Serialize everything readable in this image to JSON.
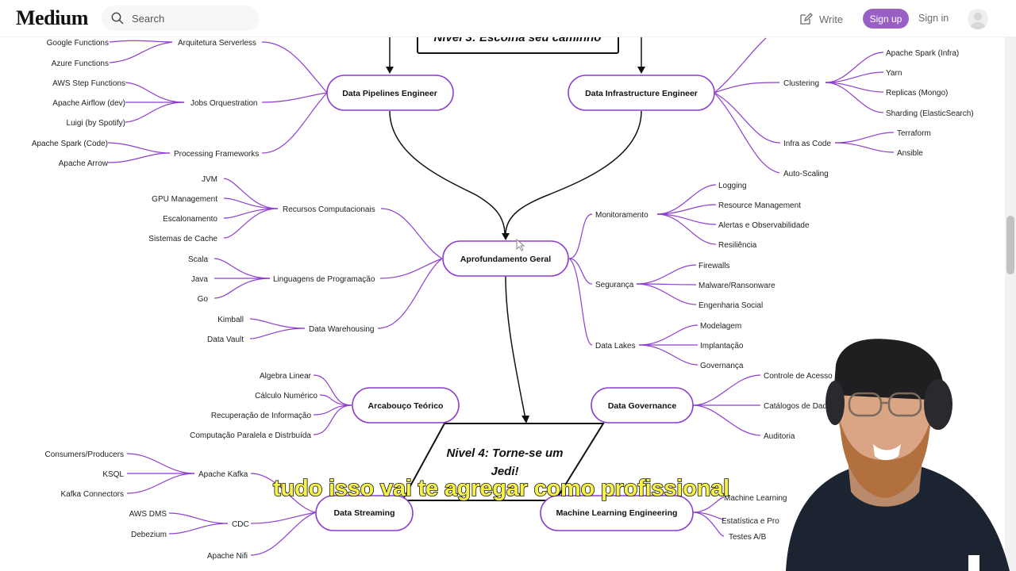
{
  "header": {
    "logo": "Medium",
    "search_placeholder": "Search",
    "write_label": "Write",
    "signup_label": "Sign up",
    "signin_label": "Sign in",
    "accent_color": "#9a5fc4"
  },
  "mindmap": {
    "level3_title": "Nivel 3: Escolha seu caminho",
    "level4_title_line1": "Nivel 4: Torne-se um",
    "level4_title_line2": "Jedi!",
    "branch_color": "#8e3fd0",
    "nodes": {
      "pipelines": "Data Pipelines Engineer",
      "infrastructure": "Data Infrastructure Engineer",
      "general": "Aprofundamento Geral",
      "theory": "Arcabouço Teórico",
      "governance": "Data Governance",
      "streaming": "Data Streaming",
      "ml": "Machine Learning Engineering"
    },
    "labels": {
      "serverless": "Arquitetura Serverless",
      "google_functions": "Google Functions",
      "azure_functions": "Azure Functions",
      "jobs": "Jobs Orquestration",
      "step_functions": "AWS Step Functions",
      "airflow": "Apache Airflow (dev)",
      "luigi": "Luigi (by Spotify)",
      "processing": "Processing Frameworks",
      "spark_code": "Apache Spark (Code)",
      "arrow": "Apache Arrow",
      "clustering": "Clustering",
      "spark_infra": "Apache Spark (Infra)",
      "yarn": "Yarn",
      "replicas": "Replicas (Mongo)",
      "sharding": "Sharding (ElasticSearch)",
      "iac": "Infra as Code",
      "terraform": "Terraform",
      "ansible": "Ansible",
      "autoscaling": "Auto-Scaling",
      "recursos": "Recursos Computacionais",
      "jvm": "JVM",
      "gpu": "GPU Management",
      "escalonamento": "Escalonamento",
      "cache": "Sistemas de Cache",
      "linguagens": "Linguagens de Programação",
      "scala": "Scala",
      "java": "Java",
      "go": "Go",
      "warehousing": "Data Warehousing",
      "kimball": "Kimball",
      "vault": "Data Vault",
      "monitoramento": "Monitoramento",
      "logging": "Logging",
      "resource": "Resource Management",
      "alertas": "Alertas e Observabilidade",
      "resiliencia": "Resiliência",
      "seguranca": "Segurança",
      "firewalls": "Firewalls",
      "malware": "Malware/Ransonware",
      "engenharia": "Engenharia Social",
      "lakes": "Data Lakes",
      "modelagem": "Modelagem",
      "implantacao": "Implantação",
      "governanca": "Governança",
      "algebra": "Algebra Linear",
      "calculo": "Cálculo Numérico",
      "recuperacao": "Recuperação de Informação",
      "paralela": "Computação Paralela e Distrbuída",
      "controle": "Controle de Acesso SGBD",
      "catalogos": "Catálogos de Dados",
      "auditoria": "Auditoria",
      "kafka": "Apache Kafka",
      "consumers": "Consumers/Producers",
      "ksql": "KSQL",
      "connectors": "Kafka Connectors",
      "cdc": "CDC",
      "dms": "AWS DMS",
      "debezium": "Debezium",
      "nifi": "Apache Nifi",
      "ml_learning": "Machine Learning",
      "estatistica": "Estatística e Pro",
      "testes": "Testes A/B"
    }
  },
  "subtitle": "tudo isso vai te agregar como profissional"
}
